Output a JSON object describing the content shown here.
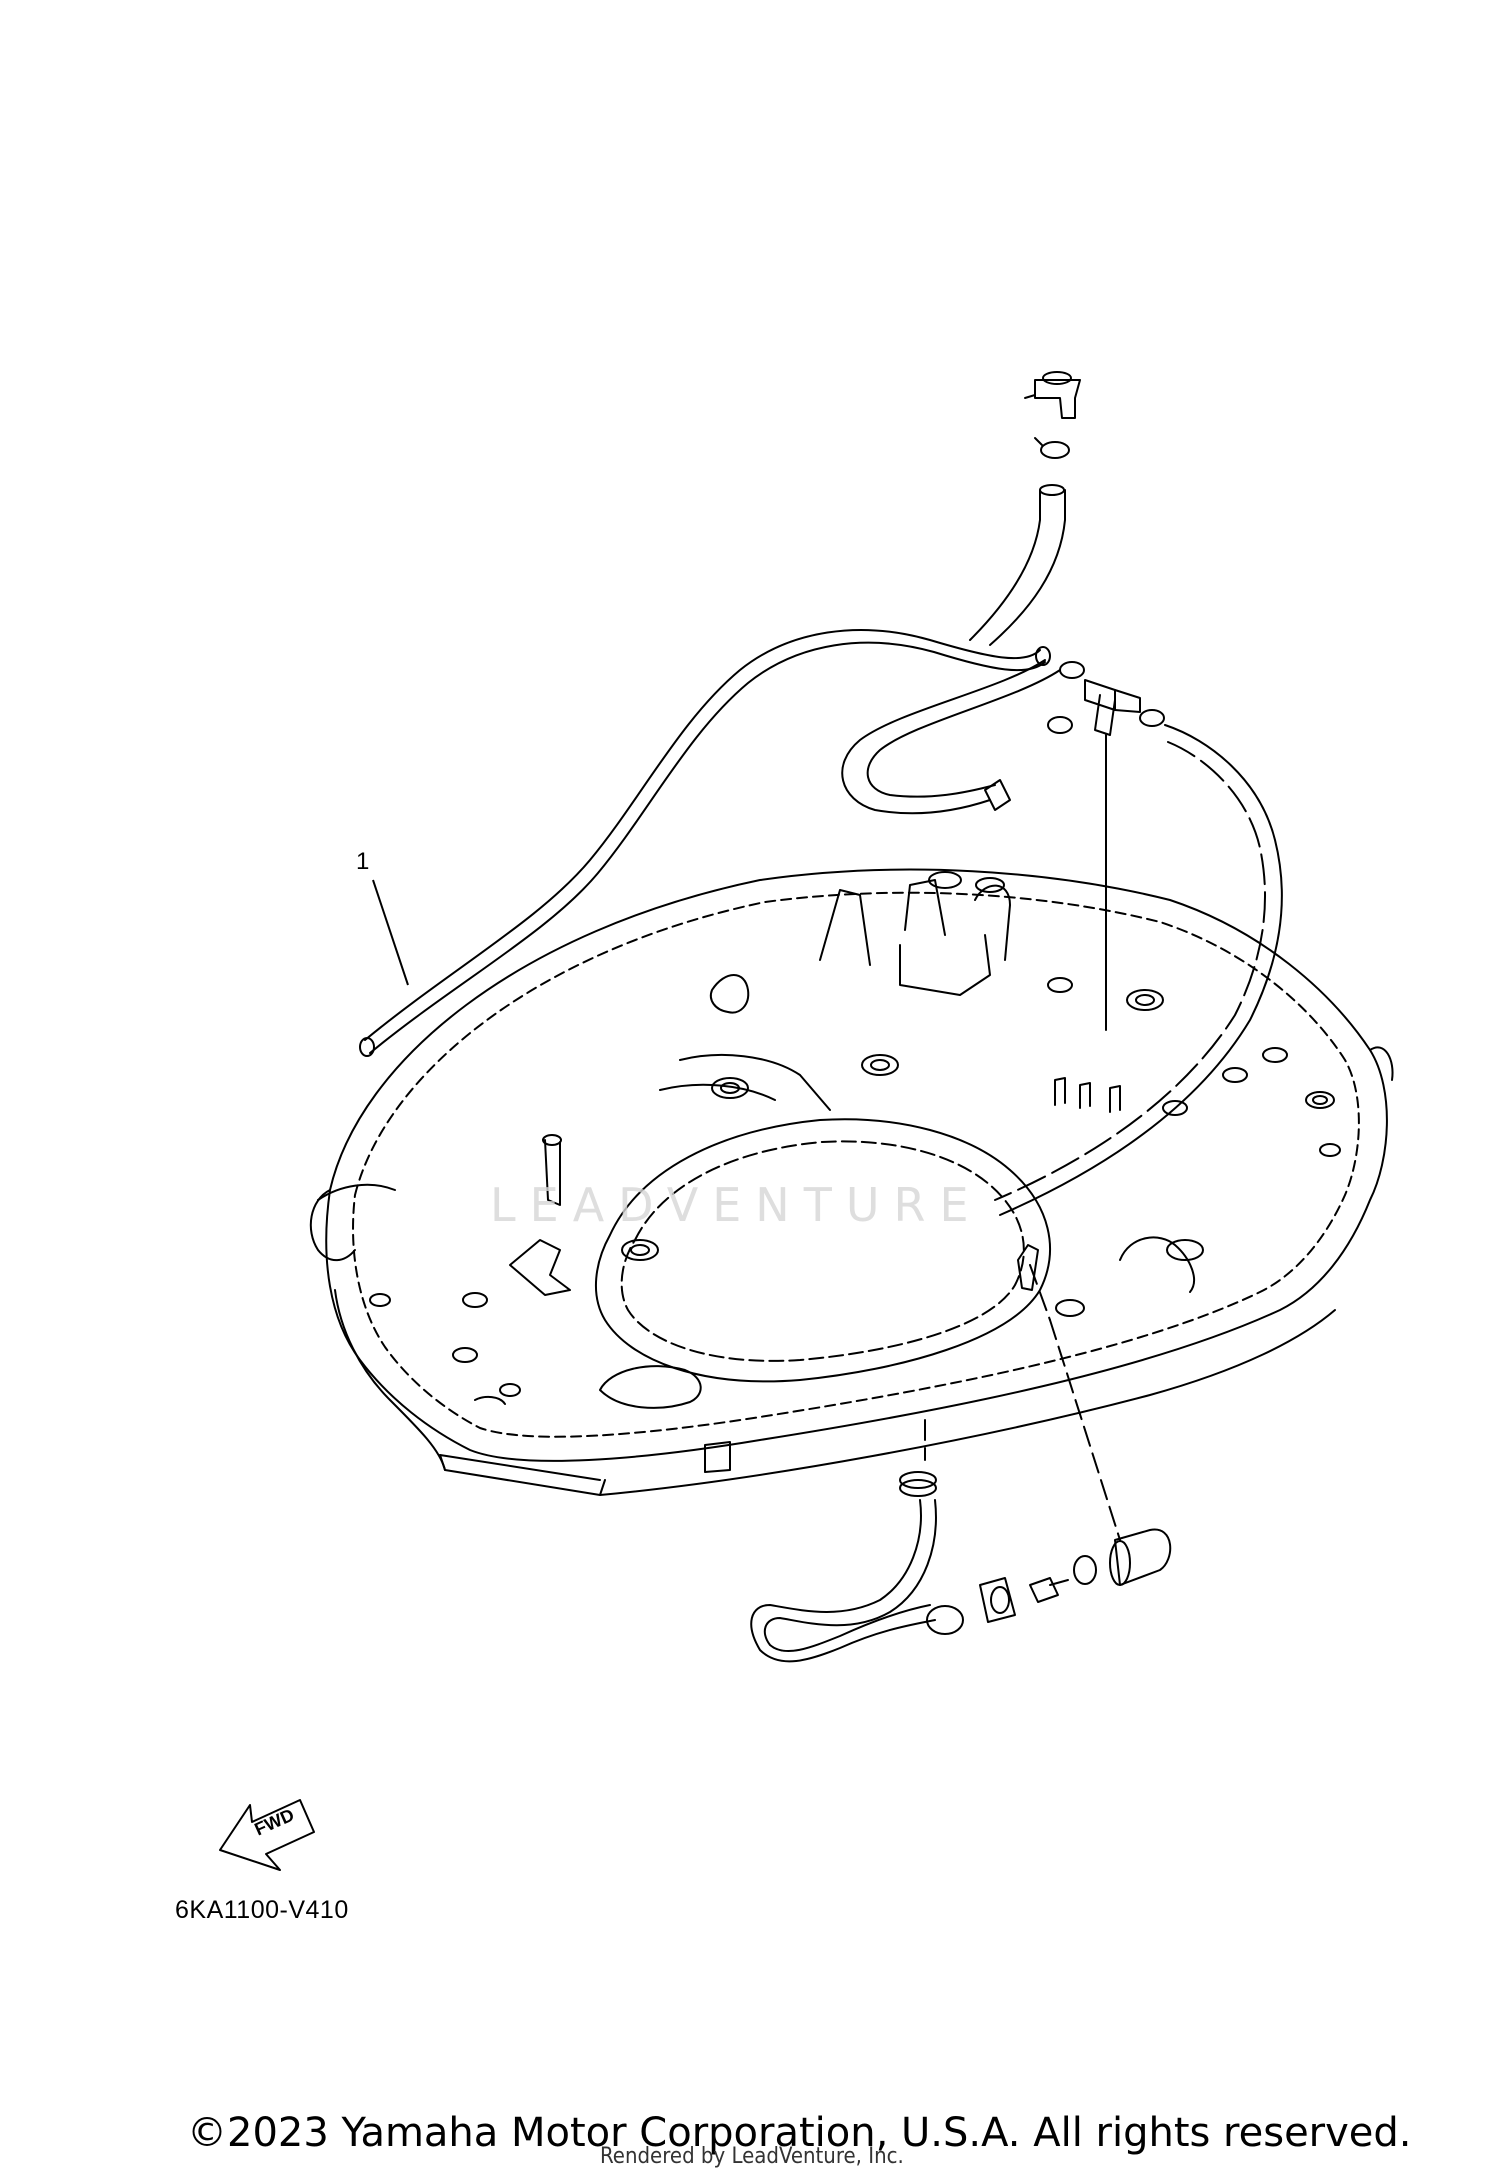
{
  "callouts": [
    {
      "number": "1"
    }
  ],
  "forward_badge": {
    "label": "FWD"
  },
  "figure_code": "6KA1100-V410",
  "watermark": "LEADVENTURE",
  "footer": {
    "copyright": "©2023 Yamaha Motor Corporation, U.S.A. All rights reserved.",
    "rendered_by": "Rendered by LeadVenture, Inc."
  },
  "colors": {
    "line": "#000000",
    "background": "#ffffff",
    "watermark": "#d6d6d6"
  }
}
